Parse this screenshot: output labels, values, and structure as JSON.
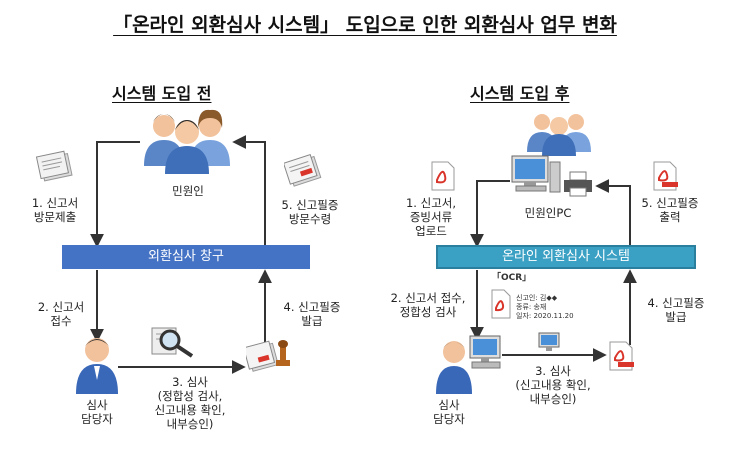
{
  "title": "「온라인 외환심사 시스템」 도입으로 인한 외환심사 업무 변화",
  "before": {
    "heading": "시스템 도입 전",
    "applicant": "민원인",
    "window_bar": "외환심사 창구",
    "reviewer_line1": "심사",
    "reviewer_line2": "담당자",
    "step1": [
      "1. 신고서",
      "방문제출"
    ],
    "step2": [
      "2. 신고서",
      "접수"
    ],
    "step3": [
      "3. 심사",
      "(정합성 검사,",
      "신고내용 확인,",
      "내부승인)"
    ],
    "step4": [
      "4. 신고필증",
      "발급"
    ],
    "step5": [
      "5. 신고필증",
      "방문수령"
    ]
  },
  "after": {
    "heading": "시스템 도입 후",
    "applicant": "민원인PC",
    "system_bar": "온라인 외환심사 시스템",
    "reviewer_line1": "심사",
    "reviewer_line2": "담당자",
    "step1": [
      "1. 신고서,",
      "증빙서류",
      "업로드"
    ],
    "step2": [
      "2. 신고서 접수,",
      "정합성 검사"
    ],
    "step3": [
      "3. 심사",
      "(신고내용 확인,",
      "내부승인)"
    ],
    "step4": [
      "4. 신고필증",
      "발급"
    ],
    "step5": [
      "5. 신고필증",
      "출력"
    ],
    "ocr_label": "「OCR」",
    "ocr_lines": [
      "신고인: 김◆◆",
      "종류: 송재",
      "일자: 2020.11.20"
    ]
  },
  "colors": {
    "bar_blue": "#4472c4",
    "bar_teal": "#3aa0c4",
    "arrow": "#333333",
    "pdf_red": "#d9352b"
  },
  "icons": [
    "people-group-icon",
    "document-stack-icon",
    "certificate-icon",
    "magnifier-icon",
    "stamp-icon",
    "person-icon",
    "computer-icon",
    "printer-icon",
    "pdf-icon",
    "monitor-icon"
  ]
}
